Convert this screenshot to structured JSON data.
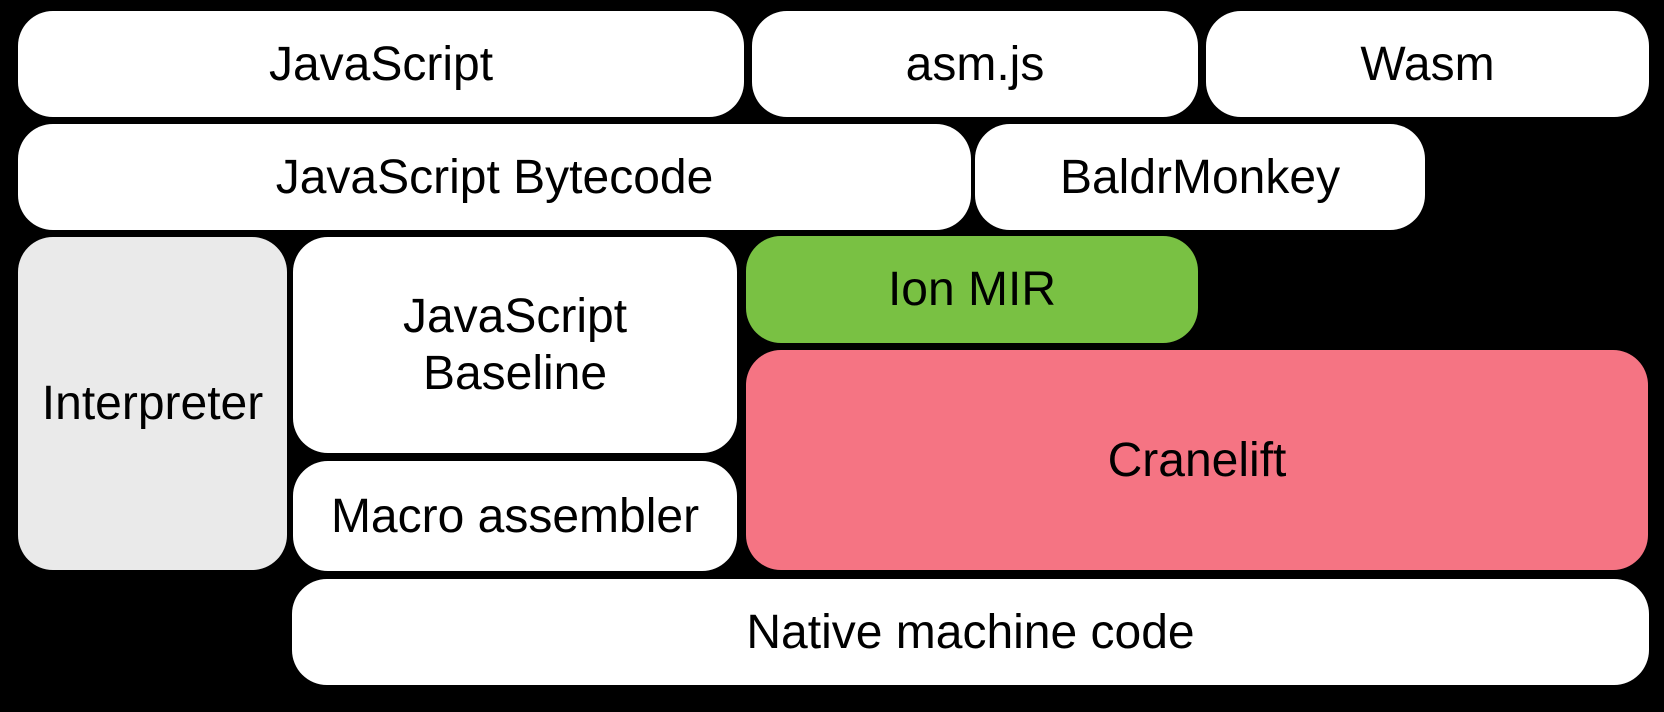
{
  "colors": {
    "background": "#000000",
    "box_default": "#ffffff",
    "box_interpreter": "#eaeaea",
    "box_ion_mir": "#79c143",
    "box_cranelift": "#f57483",
    "text": "#000000"
  },
  "nodes": {
    "javascript": {
      "label": "JavaScript"
    },
    "asm_js": {
      "label": "asm.js"
    },
    "wasm": {
      "label": "Wasm"
    },
    "javascript_bytecode": {
      "label": "JavaScript Bytecode"
    },
    "baldrmonkey": {
      "label": "BaldrMonkey"
    },
    "interpreter": {
      "label": "Interpreter"
    },
    "javascript_baseline": {
      "lines": [
        "JavaScript",
        "Baseline"
      ]
    },
    "ion_mir": {
      "label": "Ion MIR"
    },
    "cranelift": {
      "label": "Cranelift"
    },
    "macro_assembler": {
      "label": "Macro assembler"
    },
    "native_machine_code": {
      "label": "Native machine code"
    }
  }
}
